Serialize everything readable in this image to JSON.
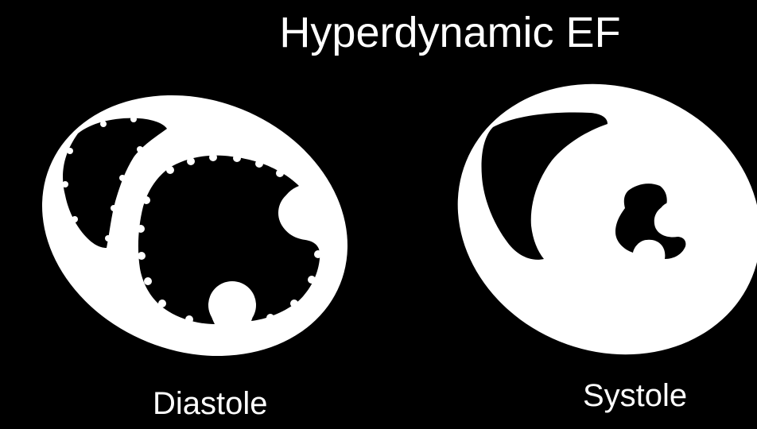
{
  "title": "Hyperdynamic EF",
  "panels": {
    "diastole": {
      "label": "Diastole"
    },
    "systole": {
      "label": "Systole"
    }
  },
  "colors": {
    "background": "#000000",
    "myocardium": "#ffffff",
    "cavity": "#000000"
  }
}
